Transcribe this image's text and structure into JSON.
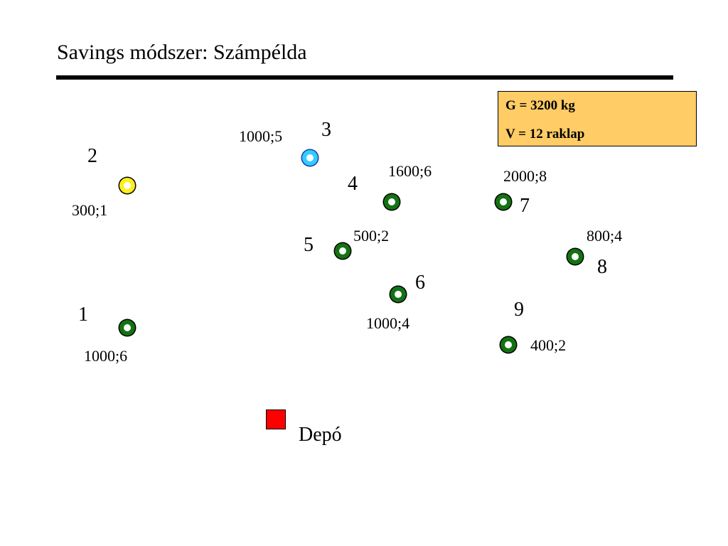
{
  "title": "Savings módszer: Számpélda",
  "constraints": {
    "capacity_weight": "G = 3200 kg",
    "capacity_pallets": "V = 12 raklap"
  },
  "depot": {
    "label": "Depó",
    "color": "#ff0000"
  },
  "nodes": [
    {
      "id": "1",
      "label": "1000;6",
      "color": "#137313"
    },
    {
      "id": "2",
      "label": "300;1",
      "color": "#ffee22"
    },
    {
      "id": "3",
      "label": "1000;5",
      "color": "#33ccff"
    },
    {
      "id": "4",
      "label": "1600;6",
      "color": "#137313"
    },
    {
      "id": "5",
      "label": "500;2",
      "color": "#137313"
    },
    {
      "id": "6",
      "label": "1000;4",
      "color": "#137313"
    },
    {
      "id": "7",
      "label": "2000;8",
      "color": "#137313"
    },
    {
      "id": "8",
      "label": "800;4",
      "color": "#137313"
    },
    {
      "id": "9",
      "label": "400;2",
      "color": "#137313"
    }
  ],
  "box_color": "#ffcc66"
}
